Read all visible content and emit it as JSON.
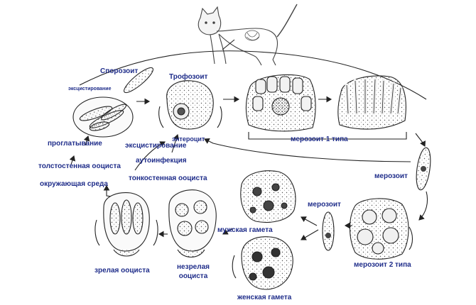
{
  "host_icon": "cat-icon",
  "label_color": "#1f2d8a",
  "labels": {
    "sporozoite": "Спорозоит",
    "excystation_small": "эксцистирование",
    "trophozoite": "Трофозоит",
    "enterocyte": "энтероцит",
    "excystation": "эксцистирование",
    "ingestion": "проглатывание",
    "merozoite_type1": "мерозоит 1 типа",
    "autoinfection": "аутоинфекция",
    "thick_oocyst": "толстостенная ооциста",
    "thin_oocyst": "тонкостенная ооциста",
    "environment": "окружающая среда",
    "merozoite_right": "мерозоит",
    "merozoite_mid": "мерозоит",
    "male_gamete": "мужская гамета",
    "merozoite_type2": "мерозоит 2 типа",
    "mature_oocyst": "зрелая ооциста",
    "immature_oocyst_1": "незрелая",
    "immature_oocyst_2": "ооциста",
    "female_gamete": "женская гамета"
  }
}
